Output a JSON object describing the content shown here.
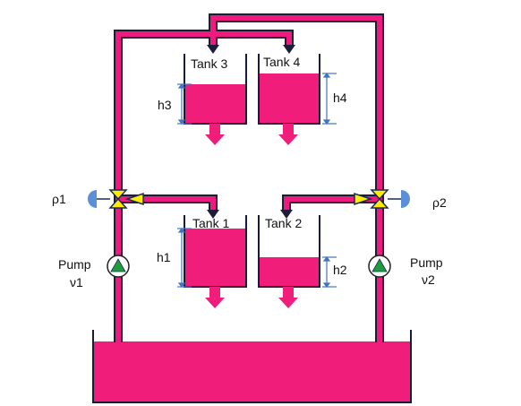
{
  "colors": {
    "pipe": "#ee1a7c",
    "pipe_outline": "#1d1d3a",
    "water": "#f01d7b",
    "tank_wall": "#1a1a3c",
    "valve_yellow": "#ffee00",
    "valve_outline": "#1b2a5a",
    "sensor_blue": "#5b8fd6",
    "pump_green": "#1f9d3a",
    "dim_line": "#3f74c4"
  },
  "tanks": {
    "tank1": "Tank 1",
    "tank2": "Tank 2",
    "tank3": "Tank 3",
    "tank4": "Tank 4"
  },
  "levels": {
    "h1": "h1",
    "h2": "h2",
    "h3": "h3",
    "h4": "h4"
  },
  "sensors": {
    "left": "ρ1",
    "right": "ρ2"
  },
  "pumps": {
    "left_label": "Pump",
    "left_symbol": "ν1",
    "right_label": "Pump",
    "right_symbol": "ν2"
  },
  "icons": [
    "valve-icon",
    "pump-icon",
    "sensor-icon",
    "outflow-arrow-icon"
  ]
}
